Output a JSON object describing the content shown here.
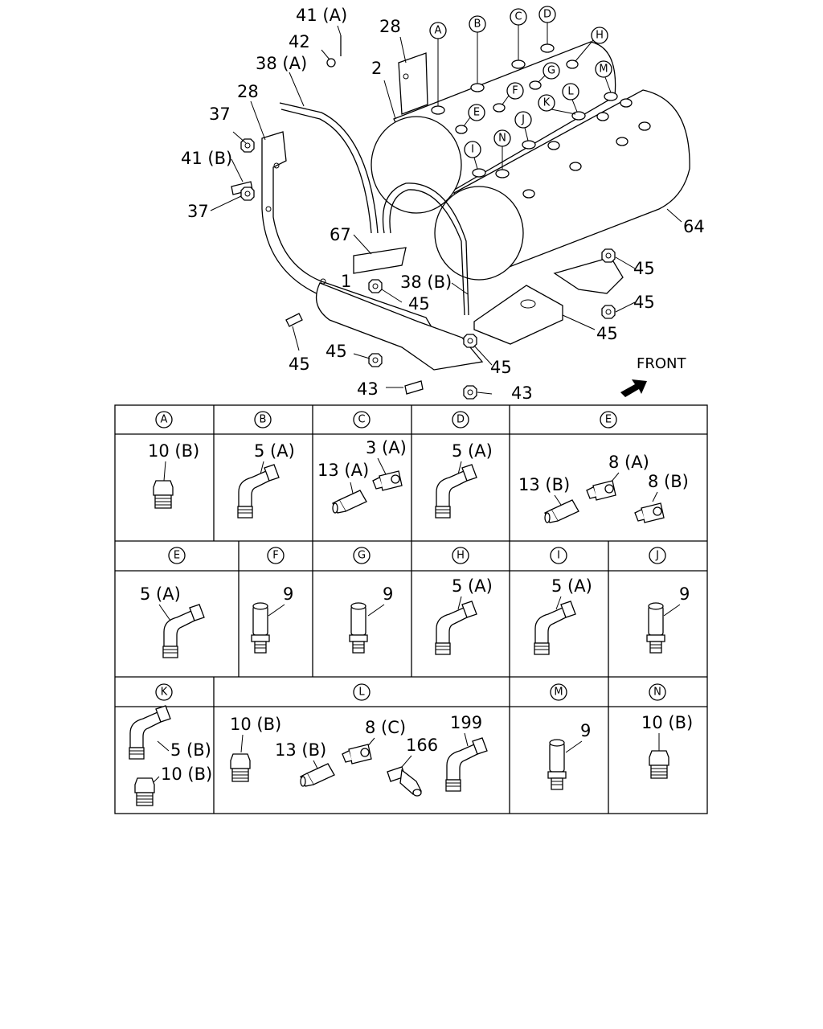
{
  "diagram": {
    "callouts": [
      {
        "text": "41 (A)"
      },
      {
        "text": "42"
      },
      {
        "text": "38 (A)"
      },
      {
        "text": "28"
      },
      {
        "text": "28"
      },
      {
        "text": "2"
      },
      {
        "text": "37"
      },
      {
        "text": "41 (B)"
      },
      {
        "text": "37"
      },
      {
        "text": "67"
      },
      {
        "text": "38 (B)"
      },
      {
        "text": "45"
      },
      {
        "text": "45"
      },
      {
        "text": "45"
      },
      {
        "text": "45"
      },
      {
        "text": "45"
      },
      {
        "text": "45"
      },
      {
        "text": "43"
      },
      {
        "text": "43"
      },
      {
        "text": "45"
      },
      {
        "text": "64"
      },
      {
        "text": "1"
      }
    ],
    "port_letters": [
      "A",
      "B",
      "C",
      "D",
      "H",
      "M",
      "G",
      "F",
      "E",
      "L",
      "K",
      "J",
      "I",
      "N"
    ],
    "front_label": "FRONT"
  },
  "table": {
    "rows": [
      {
        "cells": [
          {
            "letter": "A",
            "parts": [
              {
                "text": "10 (B)"
              }
            ]
          },
          {
            "letter": "B",
            "parts": [
              {
                "text": "5 (A)"
              }
            ]
          },
          {
            "letter": "C",
            "parts": [
              {
                "text": "3 (A)"
              },
              {
                "text": "13 (A)"
              }
            ]
          },
          {
            "letter": "D",
            "parts": [
              {
                "text": "5 (A)"
              }
            ]
          },
          {
            "letter": "E",
            "parts": [
              {
                "text": "13 (B)"
              },
              {
                "text": "8 (A)"
              },
              {
                "text": "8 (B)"
              }
            ]
          }
        ]
      },
      {
        "cells": [
          {
            "letter": "E",
            "parts": [
              {
                "text": "5 (A)"
              }
            ]
          },
          {
            "letter": "F",
            "parts": [
              {
                "text": "9"
              }
            ]
          },
          {
            "letter": "G",
            "parts": [
              {
                "text": "9"
              }
            ]
          },
          {
            "letter": "H",
            "parts": [
              {
                "text": "5 (A)"
              }
            ]
          },
          {
            "letter": "I",
            "parts": [
              {
                "text": "5 (A)"
              }
            ]
          },
          {
            "letter": "J",
            "parts": [
              {
                "text": "9"
              }
            ]
          }
        ]
      },
      {
        "cells": [
          {
            "letter": "K",
            "parts": [
              {
                "text": "5 (B)"
              },
              {
                "text": "10 (B)"
              }
            ]
          },
          {
            "letter": "L",
            "parts": [
              {
                "text": "10 (B)"
              },
              {
                "text": "13 (B)"
              },
              {
                "text": "8 (C)"
              },
              {
                "text": "166"
              },
              {
                "text": "199"
              }
            ]
          },
          {
            "letter": "M",
            "parts": [
              {
                "text": "9"
              }
            ]
          },
          {
            "letter": "N",
            "parts": [
              {
                "text": "10 (B)"
              }
            ]
          }
        ]
      }
    ]
  }
}
